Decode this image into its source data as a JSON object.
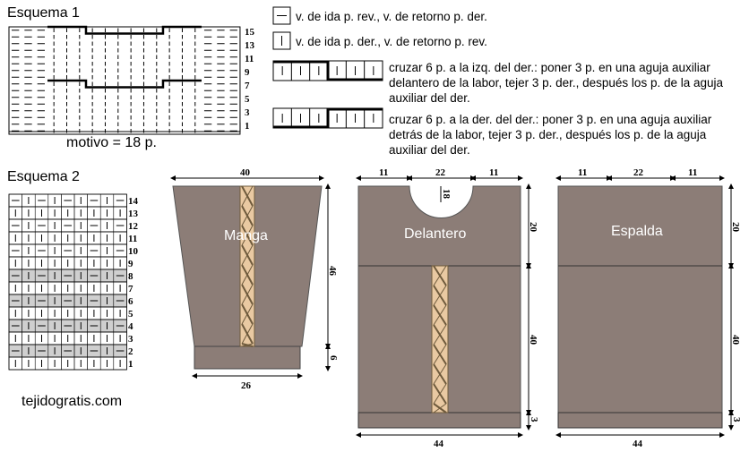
{
  "esquema1": {
    "title": "Esquema 1",
    "row_numbers": [
      "15",
      "13",
      "11",
      "9",
      "7",
      "5",
      "3",
      "1"
    ],
    "motif_label": "motivo = 18 p."
  },
  "esquema2": {
    "title": "Esquema 2",
    "row_numbers": [
      "14",
      "13",
      "12",
      "11",
      "10",
      "9",
      "8",
      "7",
      "6",
      "5",
      "4",
      "3",
      "2",
      "1"
    ]
  },
  "legend": {
    "purl": "v. de ida p. rev., v. de retorno p. der.",
    "knit": "v. de ida p. der., v. de retorno p. rev.",
    "cable_left": "cruzar 6 p. a la izq. del der.: poner 3 p. en una aguja auxiliar delantero de la labor, tejer 3 p. der., después los p. de la aguja auxiliar del der.",
    "cable_right": "cruzar 6 p. a la der. del der.: poner 3 p. en una aguja auxiliar detrás de la labor, tejer 3 p. der., después los p. de la aguja auxiliar del der."
  },
  "manga": {
    "label": "Manga",
    "top_width": "40",
    "height": "46",
    "cuff": "6",
    "bottom_width": "26"
  },
  "delantero": {
    "label": "Delantero",
    "shoulder_left": "11",
    "neck": "22",
    "shoulder_right": "11",
    "neck_depth": "18",
    "upper": "20",
    "lower": "40",
    "rib": "3",
    "width": "44"
  },
  "espalda": {
    "label": "Espalda",
    "shoulder_left": "11",
    "neck": "22",
    "shoulder_right": "11",
    "upper": "20",
    "lower": "40",
    "rib": "3",
    "width": "44"
  },
  "website": "tejidogratis.com",
  "colors": {
    "fabric": "#8c7d77",
    "cable_light": "#e9c9a2",
    "cable_dark": "#6e5a3c",
    "chart_shade": "#cfcfcf"
  }
}
